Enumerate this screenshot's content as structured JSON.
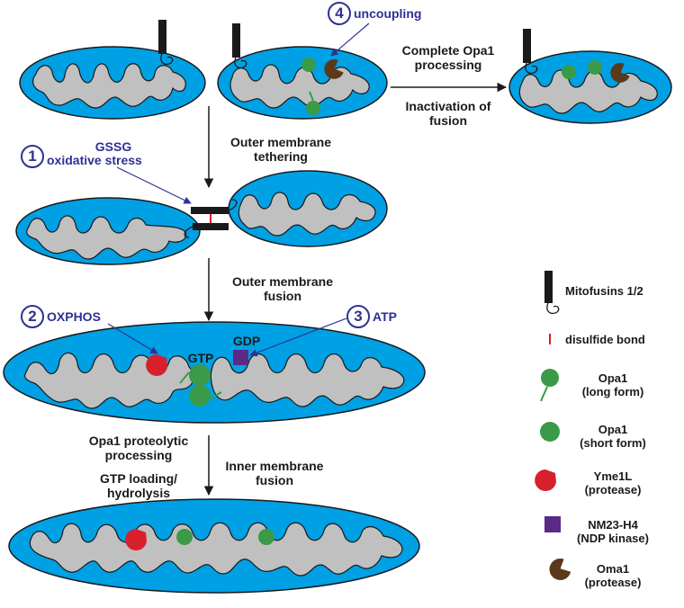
{
  "steps": {
    "s1": {
      "line1": "GSSG",
      "line2": "oxidative stress"
    },
    "s2": {
      "label": "OXPHOS"
    },
    "s3": {
      "label": "ATP"
    },
    "s4": {
      "label": "uncoupling"
    }
  },
  "step_numbers": [
    "1",
    "2",
    "3",
    "4"
  ],
  "process": {
    "complete_opa1": [
      "Complete Opa1",
      "processing"
    ],
    "inactivation": [
      "Inactivation of",
      "fusion"
    ],
    "outer_tether": [
      "Outer membrane",
      "tethering"
    ],
    "outer_fusion": [
      "Outer membrane",
      "fusion"
    ],
    "opa1_processing": [
      "Opa1 proteolytic",
      "processing"
    ],
    "gtp_loading": [
      "GTP loading/",
      "hydrolysis"
    ],
    "inner_fusion": [
      "Inner membrane",
      "fusion"
    ]
  },
  "nucleotides": {
    "gtp": "GTP",
    "gdp": "GDP"
  },
  "legend": {
    "mitofusins": [
      "Mitofusins 1/2"
    ],
    "disulfide": [
      "disulfide bond"
    ],
    "opa1_long": [
      "Opa1",
      "(long form)"
    ],
    "opa1_short": [
      "Opa1",
      "(short form)"
    ],
    "yme1l": [
      "Yme1L",
      "(protease)"
    ],
    "nm23": [
      "NM23-H4",
      "(NDP kinase)"
    ],
    "oma1": [
      "Oma1",
      "(protease)"
    ]
  },
  "colors": {
    "outer_membrane": "#00a0e4",
    "matrix": "#c0c0c0",
    "opa1": "#3a9a47",
    "yme1l": "#d7202b",
    "nm23": "#5b2a86",
    "oma1": "#5a3a1a",
    "disulfide": "#d7202b",
    "arrow_blue": "#2e3192",
    "mitofusin": "#1a1a1a"
  },
  "icons": [
    "mitofusin-icon",
    "disulfide-icon",
    "opa1-long-icon",
    "opa1-short-icon",
    "yme1l-icon",
    "nm23-icon",
    "oma1-icon"
  ]
}
